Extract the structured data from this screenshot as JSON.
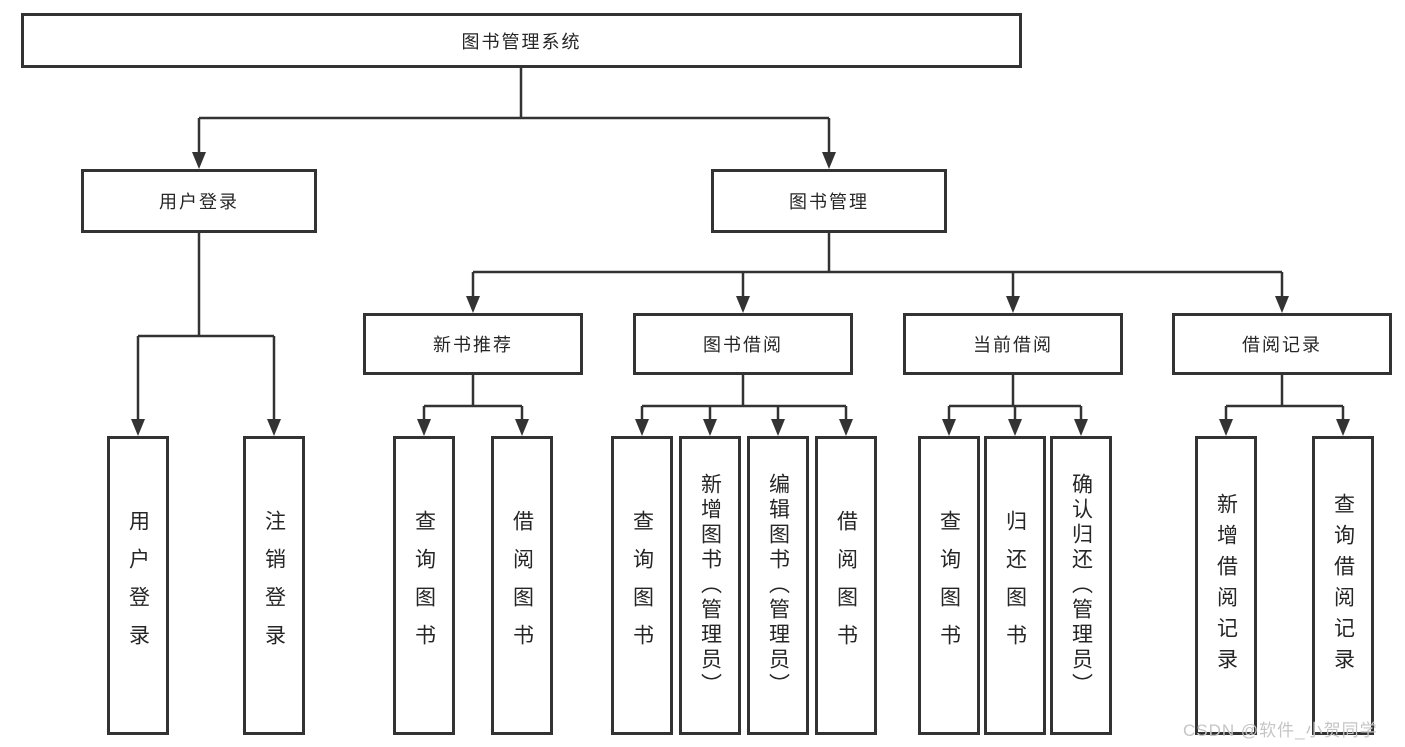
{
  "diagram_title": "图书管理系统",
  "tree": {
    "root": {
      "label": "图书管理系统"
    },
    "children": [
      {
        "label": "用户登录",
        "children": [
          {
            "label": "用户登录"
          },
          {
            "label": "注销登录"
          }
        ]
      },
      {
        "label": "图书管理",
        "children": [
          {
            "label": "新书推荐",
            "children": [
              {
                "label": "查询图书"
              },
              {
                "label": "借阅图书"
              }
            ]
          },
          {
            "label": "图书借阅",
            "children": [
              {
                "label": "查询图书"
              },
              {
                "label": "新增图书（管理员）"
              },
              {
                "label": "编辑图书（管理员）"
              },
              {
                "label": "借阅图书"
              }
            ]
          },
          {
            "label": "当前借阅",
            "children": [
              {
                "label": "查询图书"
              },
              {
                "label": "归还图书"
              },
              {
                "label": "确认归还（管理员）"
              }
            ]
          },
          {
            "label": "借阅记录",
            "children": [
              {
                "label": "新增借阅记录"
              },
              {
                "label": "查询借阅记录"
              }
            ]
          }
        ]
      }
    ]
  },
  "watermark": {
    "text": "CSDN @软件_小贺同学"
  },
  "colors": {
    "line": "#333333",
    "box_border": "#333333",
    "box_fill": "#ffffff",
    "text": "#262626",
    "watermark": "#c5c5c5",
    "background": "#ffffff"
  }
}
